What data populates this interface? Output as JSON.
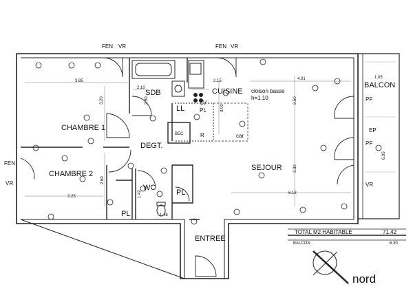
{
  "rooms": {
    "chambre1": "CHAMBRE 1",
    "chambre2": "CHAMBRE 2",
    "sdb": "SDB",
    "cuisine": "CUISINE",
    "degt": "DEGT.",
    "sejour": "SEJOUR",
    "wc": "WC",
    "entree": "ENTREE",
    "balcon": "BALCON"
  },
  "fixtures": {
    "ll": "LL",
    "lv": "LV",
    "pl_kitchen": "PL",
    "r": "R",
    "car": "car",
    "bec": "BEC",
    "pl_bottom": "PL",
    "pl_closet": "PL",
    "pf_top": "PF",
    "ep": "EP",
    "pf_bottom": "PF",
    "vr_right": "VR",
    "cloison_line1": "cloison basse",
    "cloison_line2": "h=1.10"
  },
  "openings": {
    "fen_top_left": "FEN",
    "vr_top_left": "VR",
    "fen_top_right": "FEN",
    "vr_top_right": "VR",
    "fen_left": "FEN",
    "vr_left": "VR"
  },
  "dimensions": {
    "d385": "3.85",
    "d210": "2.10",
    "d215": "2.15",
    "d401": "4.01",
    "d105": "1.05",
    "d320": "3.20",
    "d250": "2.50",
    "d300": "3.00",
    "d605": "6.05",
    "d330": "3.30",
    "d260": "2.60",
    "d325": "3.25",
    "d613": "6.13",
    "d148": "1.48",
    "d142": "1.42"
  },
  "summary": {
    "total_label": "TOTAL M2 HABITABLE",
    "total_value": "71.42",
    "balcon_label": "BALCON",
    "balcon_value": "6.30"
  },
  "compass": {
    "label": "nord"
  }
}
